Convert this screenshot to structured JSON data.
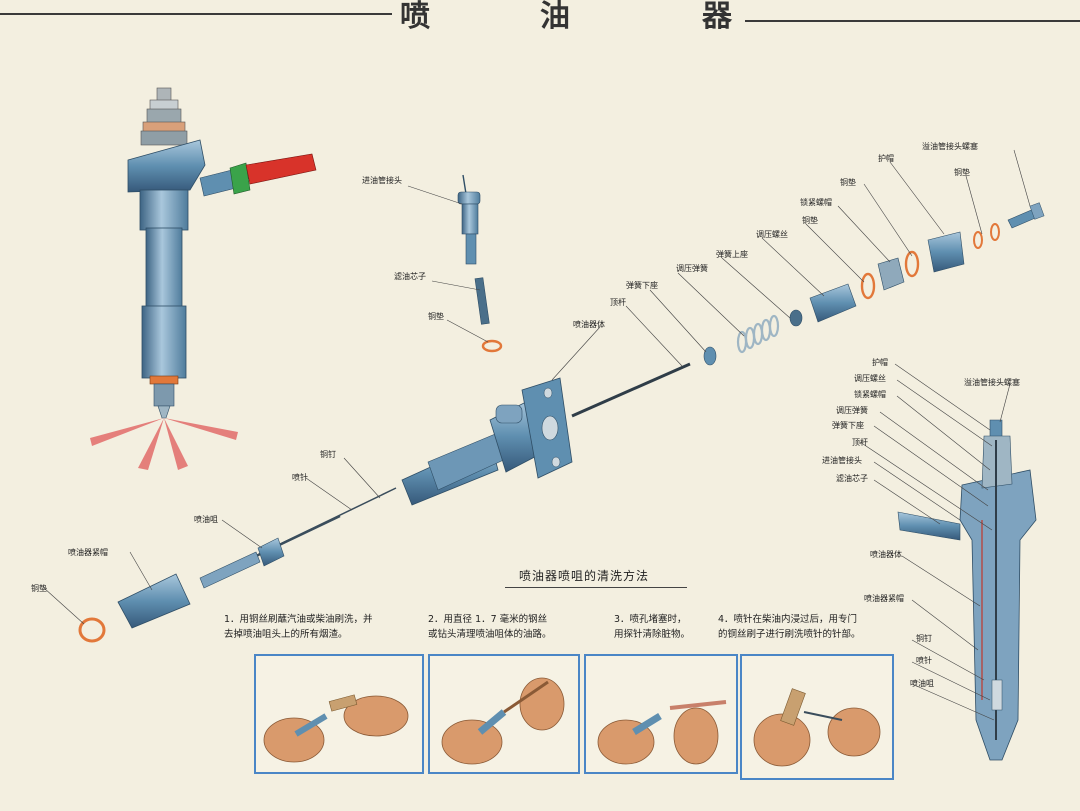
{
  "title": {
    "chars": [
      "喷",
      "油",
      "器"
    ]
  },
  "labels": {
    "jinyou_guanjietou": "进油管接头",
    "lvyou_xinzi": "滤油芯子",
    "tongdian_a": "铜垫",
    "penyouqi_ti": "喷油器体",
    "dinggan": "顶杆",
    "tanhuang_xiazuo": "弹簧下座",
    "tiaoya_tanhuang": "调压弹簧",
    "tanhuang_shangzuo": "弹簧上座",
    "tiaoya_luosi": "调压螺丝",
    "tongdian_b": "铜垫",
    "suojin_luomao": "锁紧螺帽",
    "tongdian_c": "铜垫",
    "humao": "护帽",
    "tongdian_d": "铜垫",
    "yiyou_guanjietou_luosai": "溢油管接头螺塞",
    "tongding": "铜钉",
    "penzhen": "喷针",
    "penyouzui": "喷油咀",
    "penyouqi_jinmao": "喷油器紧帽",
    "tongdian_e": "铜垫"
  },
  "section_labels": {
    "humao": "护帽",
    "tiaoya_luosi": "调压螺丝",
    "suojin_luomao": "锁紧螺帽",
    "tiaoya_tanhuang": "调压弹簧",
    "tanhuang_xiazuo": "弹簧下座",
    "dinggan": "顶杆",
    "jinyou_guanjietou": "进油管接头",
    "lvyou_xinzi": "滤油芯子",
    "yiyou_guanjietou_luosai": "溢油管接头螺塞",
    "penyouqi_ti": "喷油器体",
    "penyouqi_jinmao": "喷油器紧帽",
    "tongding": "铜钉",
    "penzhen": "喷针",
    "penyouzui": "喷油咀"
  },
  "cleaning": {
    "title": "喷油器喷咀的清洗方法",
    "steps": [
      {
        "line1": "1．用铜丝刷蘸汽油或柴油刷洗，并",
        "line2": "去掉喷油咀头上的所有烟渣。"
      },
      {
        "line1": "2．用直径 1．7 毫米的钢丝",
        "line2": "或钻头清理喷油咀体的油路。"
      },
      {
        "line1": "3．喷孔堵塞时，",
        "line2": "用探针清除脏物。"
      },
      {
        "line1": "4．喷针在柴油内浸过后，用专门",
        "line2": "的铜丝刷子进行刷洗喷针的针部。"
      }
    ]
  },
  "colors": {
    "metal": "#5f8fb0",
    "metal_dark": "#3d6484",
    "metal_light": "#a9c7dc",
    "copper": "#e2783a",
    "red_fitting": "#d8332a",
    "spray": "#e05a5a",
    "frame": "#4a86c6",
    "skin": "#d99a6c"
  }
}
